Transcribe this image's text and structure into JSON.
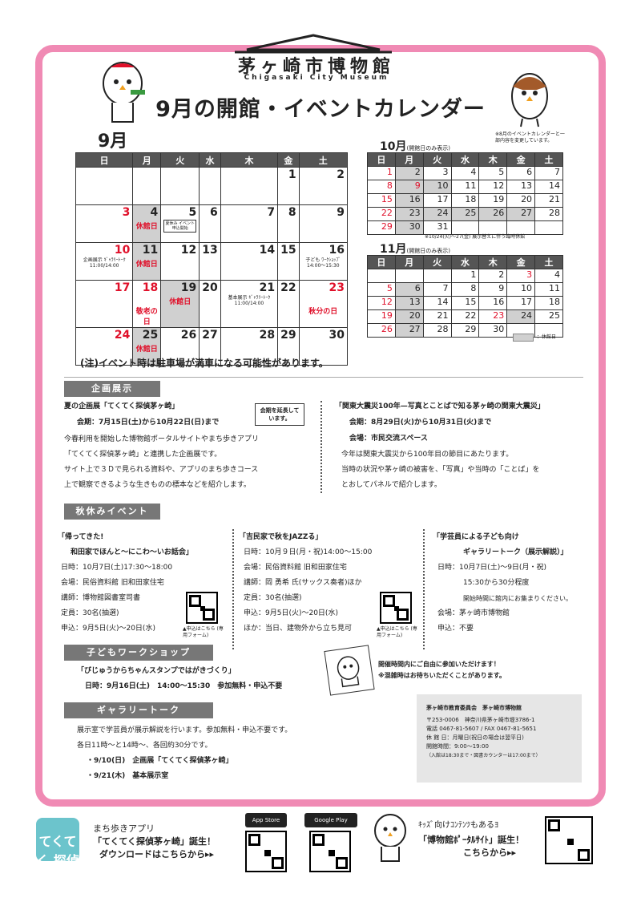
{
  "header": {
    "museum_name": "茅ヶ崎市博物館",
    "museum_name_en": "Chigasaki City Museum",
    "title": "9月の開館・イベントカレンダー"
  },
  "september": {
    "label": "9月",
    "weekdays": [
      "日",
      "月",
      "火",
      "水",
      "木",
      "金",
      "土"
    ],
    "closed_label": "休館日",
    "summer_event_label": "夏休み イベント 申込開始",
    "day10_event": "企画展示 ｷﾞｬﾗﾘｰﾄｰｸ 11:00/14:00",
    "day16_event": "子ども ﾜｰｸｼｮｯﾌﾟ 14:00～15:30",
    "day21_event": "基本展示 ｷﾞｬﾗﾘｰﾄｰｸ 11:00/14:00",
    "day18_note": "敬老の日",
    "day23_note": "秋分の日"
  },
  "october": {
    "label": "10月",
    "sub": "(開館日のみ表示)",
    "note_top": "※8月のイベントカレンダーと一部内容を変更しています。",
    "note_bottom": "※10/24(火)～27(金) 展示替えに伴う臨時休館"
  },
  "november": {
    "label": "11月",
    "sub": "(開館日のみ表示)",
    "legend": "：休館日"
  },
  "caution": "(注)イベント時は駐車場が満車になる可能性があります。",
  "exhibit": {
    "heading": "企画展示",
    "left_title": "夏の企画展「てくてく探偵茅ヶ崎」",
    "left_period": "会期：7月15日(土)から10月22日(日)まで",
    "extended": "会期を延長しています。",
    "left_lines": [
      "今春利用を開始した博物館ポータルサイトやまち歩きアプリ",
      "「てくてく探偵茅ヶ崎」と連携した企画展です。",
      "サイト上で３Ｄで見られる資料や、アプリのまち歩きコース",
      "上で観察できるような生きものの標本などを紹介します。"
    ],
    "right_title": "「関東大震災100年—写真とことばで知る茅ヶ崎の関東大震災」",
    "right_period": "会期：8月29日(火)から10月31日(火)まで",
    "right_venue": "会場：市民交流スペース",
    "right_lines": [
      "今年は関東大震災から100年目の節目にあたります。",
      "当時の状況や茅ヶ崎の被害を、「写真」や当時の「ことば」を",
      "とおしてパネルで紹介します。"
    ]
  },
  "autumn": {
    "heading": "秋休みイベント",
    "e1_title1": "「帰ってきた!",
    "e1_title2": "和田家でほんと～にこわ～いお話会」",
    "e1_lines": [
      "日時：10月7日(土)17:30～18:00",
      "会場：民俗資料館 旧和田家住宅",
      "講師：博物館図書室司書",
      "定員：30名(抽選)",
      "申込：9月5日(火)～20日(水)"
    ],
    "e2_title": "「吉民家で秋をJAZZる」",
    "e2_lines": [
      "日時：10月９日(月・祝)14:00～15:00",
      "会場：民俗資料館 旧和田家住宅",
      "講師：岡 勇希 氏(サックス奏者)ほか",
      "定員：30名(抽選)",
      "申込：9月5日(火)～20日(水)",
      "ほか：当日、建物外から立ち見可"
    ],
    "e3_title1": "「学芸員による子ども向け",
    "e3_title2": "ギャラリートーク（展示解説）」",
    "e3_lines": [
      "日時：10月7日(土)～9日(月・祝)",
      "15:30から30分程度",
      "開始時間に館内にお集まりください。",
      "会場：茅ヶ崎市博物館",
      "申込：不要"
    ],
    "qr_caption": "▲申込はこちら (専用フォーム)"
  },
  "workshop": {
    "heading": "子どもワークショップ",
    "title": "「びじゅうからちゃんスタンプではがきづくり」",
    "date": "日時：9月16日(土)　14:00～15:30　参加無料・申込不要",
    "note1": "開催時間内にご自由に参加いただけます！",
    "note2": "※混雑時はお待ちいただくことがあります。"
  },
  "gallery": {
    "heading": "ギャラリートーク",
    "line1": "展示室で学芸員が展示解説を行います。参加無料・申込不要です。",
    "line2": "各日11時～と14時～、各回約30分です。",
    "item1": "・9/10(日)　企画展「てくてく探偵茅ヶ崎」",
    "item2": "・9/21(木)　基本展示室"
  },
  "info": {
    "org": "茅ヶ崎市教育委員会　茅ヶ崎市博物館",
    "addr": "〒253-0006　神奈川県茅ヶ崎市堤3786-1",
    "tel": "電話 0467-81-5607 / FAX 0467-81-5651",
    "closed": "休 館 日：月曜日(祝日の場合は翌平日)",
    "hours": "開館時間：9:00～19:00",
    "hours_note": "（入館は18:30まで・図書カウンターは17:00まで）"
  },
  "footer": {
    "app_icon": "てくてく 探偵",
    "app_line1": "まち歩きアプリ",
    "app_line2": "「てくてく探偵茅ヶ崎」誕生！",
    "app_line3": "ダウンロードはこちらから▸▸",
    "appstore": "App Store",
    "googleplay": "Google Play",
    "kids_line1": "ｷｯｽﾞ向けｺﾝﾃﾝﾂもあるﾖ",
    "kids_line2": "「博物館ﾎﾟｰﾀﾙｻｲﾄ」誕生！",
    "kids_line3": "こちらから▸▸"
  },
  "colors": {
    "accent_pink": "#f08ab4",
    "holiday_red": "#e0102a",
    "closed_gray": "#d0d0d0",
    "header_dark": "#555555"
  }
}
